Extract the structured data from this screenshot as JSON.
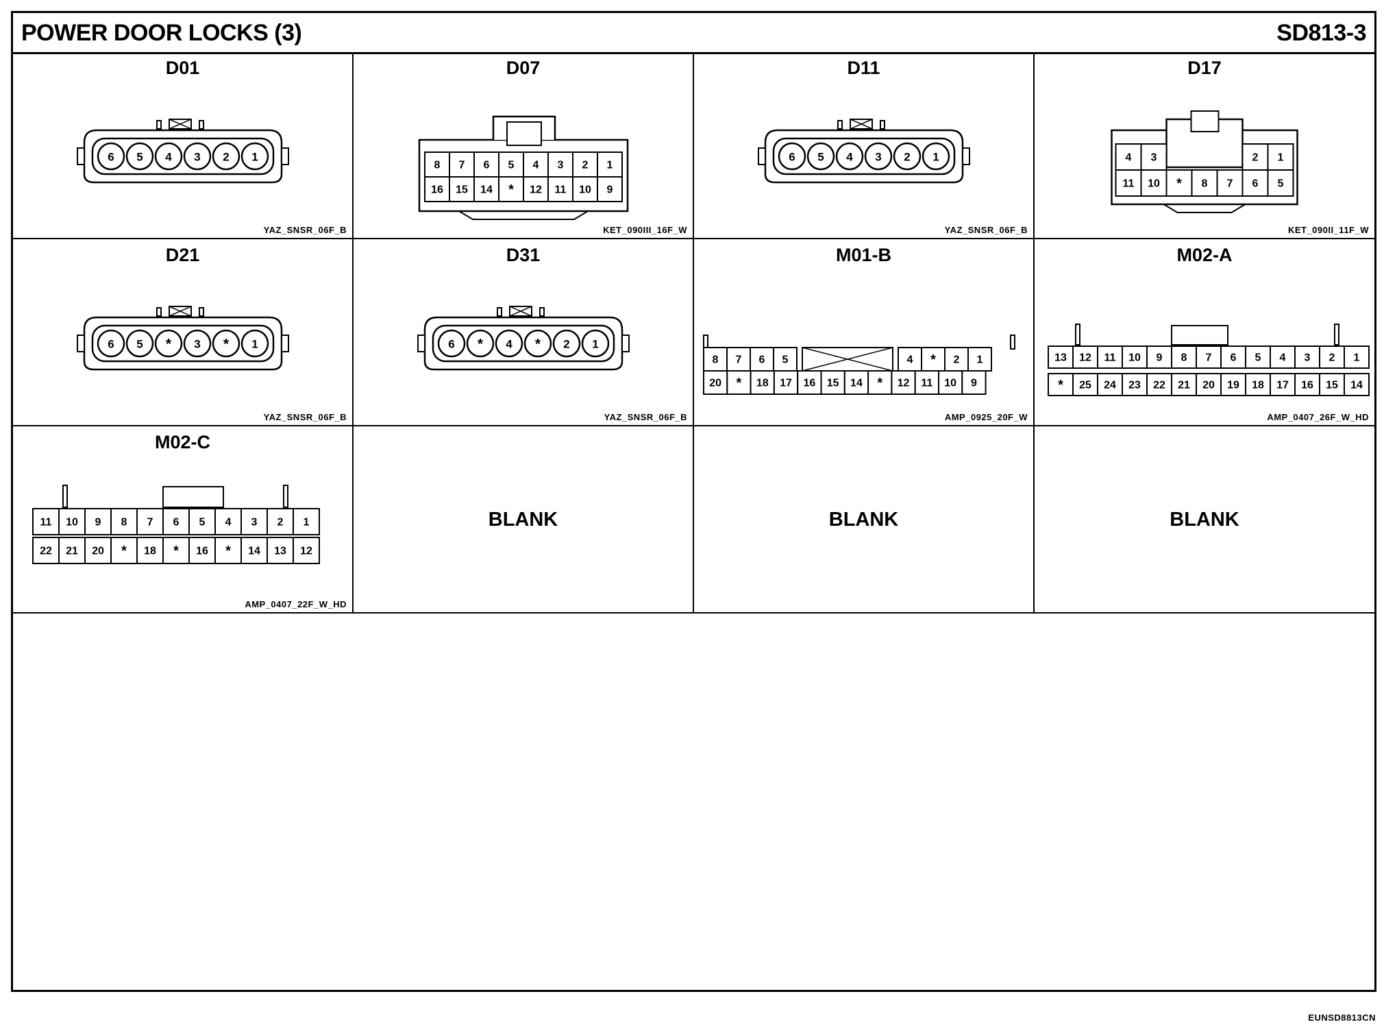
{
  "header": {
    "title": "POWER DOOR LOCKS (3)",
    "code": "SD813-3"
  },
  "connectors": [
    {
      "id": "D01",
      "part": "YAZ_SNSR_06F_B",
      "type": "round",
      "pins": [
        "6",
        "5",
        "4",
        "3",
        "2",
        "1"
      ]
    },
    {
      "id": "D07",
      "part": "KET_090III_16F_W",
      "type": "rect16",
      "rows": [
        [
          "8",
          "7",
          "6",
          "5",
          "4",
          "3",
          "2",
          "1"
        ],
        [
          "16",
          "15",
          "14",
          "*",
          "12",
          "11",
          "10",
          "9"
        ]
      ]
    },
    {
      "id": "D11",
      "part": "YAZ_SNSR_06F_B",
      "type": "round",
      "pins": [
        "6",
        "5",
        "4",
        "3",
        "2",
        "1"
      ]
    },
    {
      "id": "D17",
      "part": "KET_090II_11F_W",
      "type": "rect11",
      "rows": [
        [
          "4",
          "3",
          "2",
          "1"
        ],
        [
          "11",
          "10",
          "*",
          "8",
          "7",
          "6",
          "5"
        ]
      ]
    },
    {
      "id": "D21",
      "part": "YAZ_SNSR_06F_B",
      "type": "round",
      "pins": [
        "6",
        "5",
        "*",
        "3",
        "*",
        "1"
      ]
    },
    {
      "id": "D31",
      "part": "YAZ_SNSR_06F_B",
      "type": "round",
      "pins": [
        "6",
        "*",
        "4",
        "*",
        "2",
        "1"
      ]
    },
    {
      "id": "M01-B",
      "part": "AMP_0925_20F_W",
      "type": "rect20",
      "rows": [
        [
          "8",
          "7",
          "6",
          "5",
          "4",
          "*",
          "2",
          "1"
        ],
        [
          "20",
          "*",
          "18",
          "17",
          "16",
          "15",
          "14",
          "*",
          "12",
          "11",
          "10",
          "9"
        ]
      ]
    },
    {
      "id": "M02-A",
      "part": "AMP_0407_26F_W_HD",
      "type": "rect26",
      "rows": [
        [
          "13",
          "12",
          "11",
          "10",
          "9",
          "8",
          "7",
          "6",
          "5",
          "4",
          "3",
          "2",
          "1"
        ],
        [
          "*",
          "25",
          "24",
          "23",
          "22",
          "21",
          "20",
          "19",
          "18",
          "17",
          "16",
          "15",
          "14"
        ]
      ]
    },
    {
      "id": "M02-C",
      "part": "AMP_0407_22F_W_HD",
      "type": "rect22",
      "rows": [
        [
          "11",
          "10",
          "9",
          "8",
          "7",
          "6",
          "5",
          "4",
          "3",
          "2",
          "1"
        ],
        [
          "22",
          "21",
          "20",
          "*",
          "18",
          "*",
          "16",
          "*",
          "14",
          "13",
          "12"
        ]
      ]
    },
    {
      "id": "",
      "part": "",
      "type": "blank",
      "label": "BLANK"
    },
    {
      "id": "",
      "part": "",
      "type": "blank",
      "label": "BLANK"
    },
    {
      "id": "",
      "part": "",
      "type": "blank",
      "label": "BLANK"
    }
  ],
  "footer_code": "EUNSD8813CN"
}
